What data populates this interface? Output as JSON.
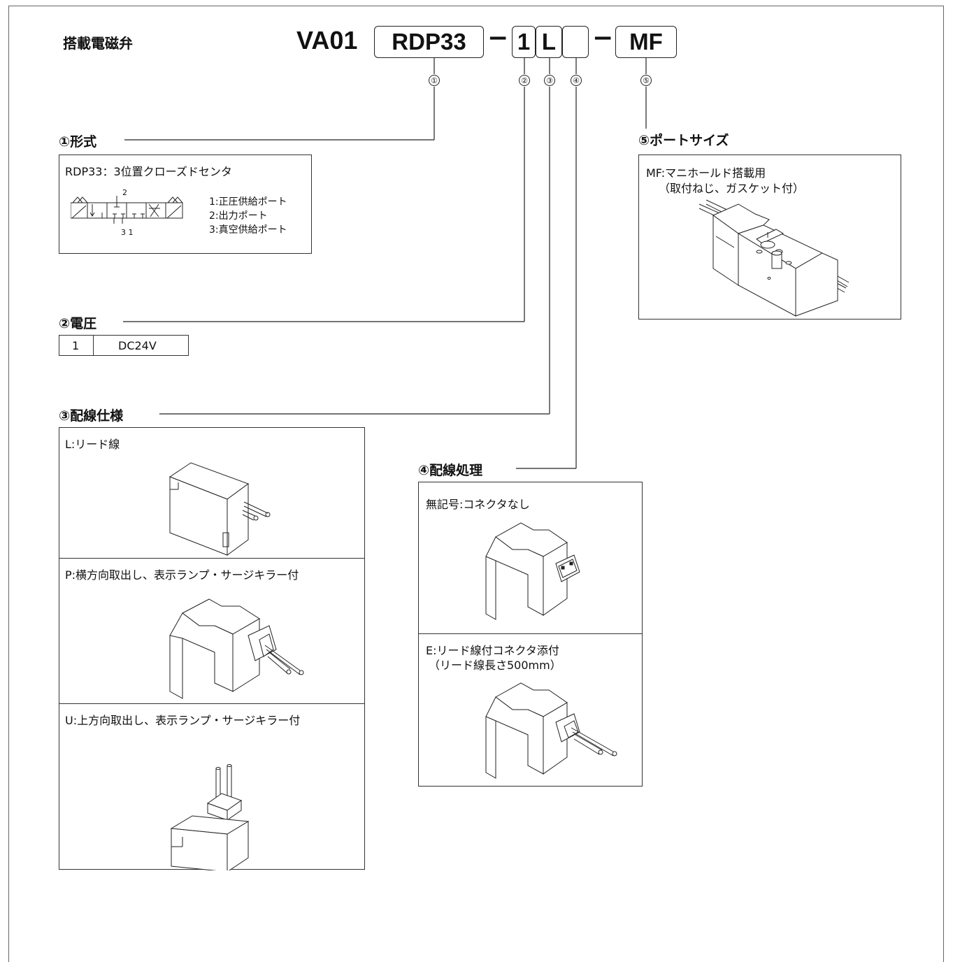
{
  "header": {
    "title": "搭載電磁弁",
    "model_prefix": "VA01",
    "code_1": "RDP33",
    "dash_1": "−",
    "code_2": "1",
    "code_3": "L",
    "code_4": "",
    "dash_2": "−",
    "code_5": "MF"
  },
  "markers": [
    "①",
    "②",
    "③",
    "④",
    "⑤"
  ],
  "sections": {
    "form": {
      "heading": "①形式",
      "desc": "RDP33：3位置クローズドセンタ",
      "symbol_top_port": "2",
      "symbol_bottom_ports": "3 1",
      "ports": [
        "1:正圧供給ポート",
        "2:出力ポート",
        "3:真空供給ポート"
      ]
    },
    "voltage": {
      "heading": "②電圧",
      "rows": [
        {
          "code": "1",
          "value": "DC24V"
        }
      ]
    },
    "wiring_spec": {
      "heading": "③配線仕様",
      "options": [
        {
          "label": "L:リード線"
        },
        {
          "label": "P:横方向取出し、表示ランプ・サージキラー付"
        },
        {
          "label": "U:上方向取出し、表示ランプ・サージキラー付"
        }
      ]
    },
    "wiring_treatment": {
      "heading": "④配線処理",
      "options": [
        {
          "label": "無記号:コネクタなし"
        },
        {
          "label": "E:リード線付コネクタ添付",
          "sub": "（リード線長さ500mm）"
        }
      ]
    },
    "port_size": {
      "heading": "⑤ポートサイズ",
      "label": "MF:マニホールド搭載用",
      "sub": "（取付ねじ、ガスケット付）"
    }
  }
}
